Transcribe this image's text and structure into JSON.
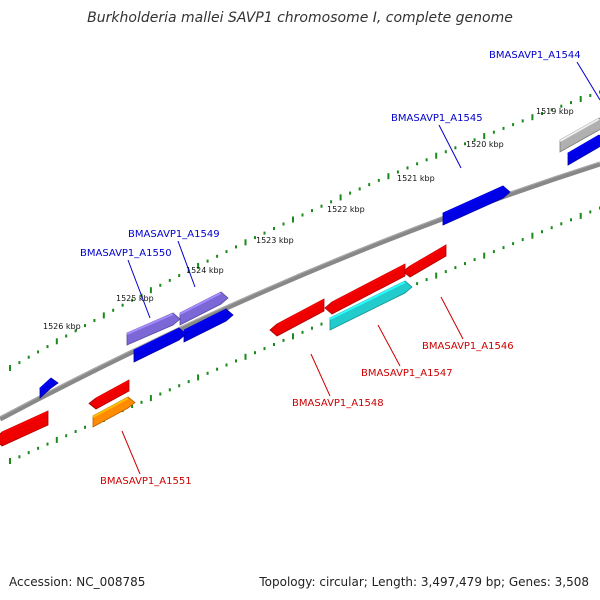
{
  "title": "Burkholderia mallei SAVP1 chromosome I, complete genome",
  "accession": "Accession: NC_008785",
  "topology": "Topology: circular; Length: 3,497,479 bp; Genes: 3,508",
  "kbp_labels": [
    "1519 kbp",
    "1520 kbp",
    "1521 kbp",
    "1522 kbp",
    "1523 kbp",
    "1524 kbp",
    "1525 kbp",
    "1526 kbp"
  ],
  "colors": {
    "forward_label": "#0000cc",
    "reverse_label": "#cc0000",
    "blue_gene": "#0000e6",
    "purple_gene": "#7b68d6",
    "red_gene": "#ee0000",
    "cyan_gene": "#22cccc",
    "orange_gene": "#ff8c00",
    "grey_gene": "#b0b0b0",
    "backbone": "#777777",
    "tick": "#1a8a1a"
  },
  "forward_genes": [
    {
      "name": "BMASAVP1_A1544",
      "color": "blue"
    },
    {
      "name": "BMASAVP1_A1545",
      "color": "blue"
    },
    {
      "name": "BMASAVP1_A1549",
      "color": "purple"
    },
    {
      "name": "BMASAVP1_A1550",
      "color": "blue"
    }
  ],
  "reverse_genes": [
    {
      "name": "BMASAVP1_A1546",
      "color": "red"
    },
    {
      "name": "BMASAVP1_A1547",
      "color": "cyan"
    },
    {
      "name": "BMASAVP1_A1548",
      "color": "red"
    },
    {
      "name": "BMASAVP1_A1551",
      "color": "orange"
    }
  ]
}
